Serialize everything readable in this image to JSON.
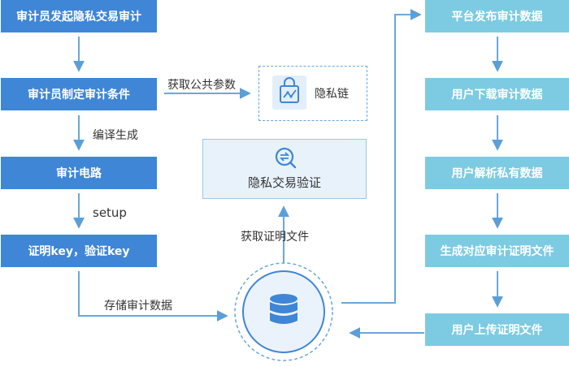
{
  "left_steps": [
    "审计员发起隐私交易审计",
    "审计员制定审计条件",
    "审计电路",
    "证明key，验证key"
  ],
  "right_steps": [
    "平台发布审计数据",
    "用户下载审计数据",
    "用户解析私有数据",
    "生成对应审计证明文件",
    "用户上传证明文件"
  ],
  "edge_labels": {
    "get_params": "获取公共参数",
    "compile": "编译生成",
    "setup": "setup",
    "store": "存储审计数据",
    "get_proof": "获取证明文件"
  },
  "privacy_chain": {
    "label": "隐私链",
    "icon": "lock-chart-icon"
  },
  "verify_box": {
    "label": "隐私交易验证",
    "icon": "search-arrows-icon"
  },
  "database": {
    "icon": "database-icon"
  },
  "colors": {
    "blue": "#3f86d6",
    "teal": "#7ccbe2",
    "line": "#6aa7dc",
    "panel_bg": "#e8f2fb"
  }
}
